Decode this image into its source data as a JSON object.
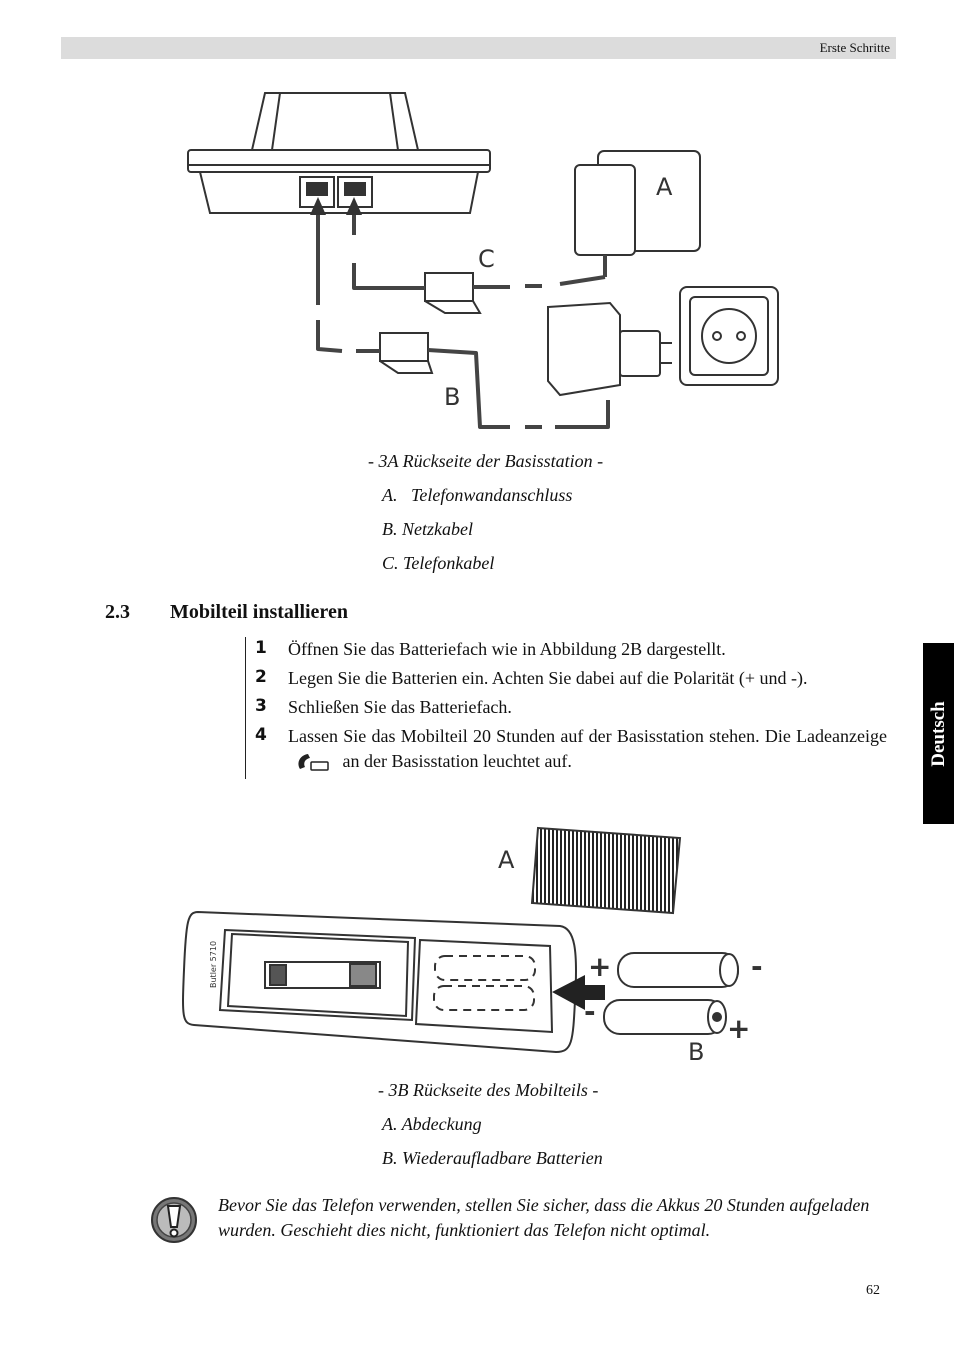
{
  "header": {
    "title": "Erste Schritte"
  },
  "figure_3a": {
    "labels": {
      "a": "A",
      "b": "B",
      "c": "C"
    },
    "caption": "- 3A Rückseite der Basisstation -",
    "items": [
      {
        "letter": "A.",
        "text": "Telefonwandanschluss"
      },
      {
        "letter": "B.",
        "text": "Netzkabel"
      },
      {
        "letter": "C.",
        "text": "Telefonkabel"
      }
    ]
  },
  "section": {
    "number": "2.3",
    "title": "Mobilteil installieren"
  },
  "steps": [
    {
      "num": "1",
      "text": "Öffnen Sie das Batteriefach wie in Abbildung 2B dargestellt."
    },
    {
      "num": "2",
      "text": "Legen Sie die Batterien ein. Achten Sie dabei auf die Polarität (+ und -)."
    },
    {
      "num": "3",
      "text": "Schließen Sie das Batteriefach."
    },
    {
      "num": "4",
      "text_before": "Lassen Sie das Mobilteil 20 Stunden auf der Basisstation stehen. Die Ladeanzeige",
      "text_after": "an der Basisstation leuchtet auf."
    }
  ],
  "side_tab": {
    "label": "Deutsch"
  },
  "figure_3b": {
    "labels": {
      "a": "A",
      "b": "B",
      "plus": "+",
      "minus": "-"
    },
    "handset_brand": "Butler 5710",
    "caption": "- 3B Rückseite des Mobilteils -",
    "items": [
      {
        "letter": "A.",
        "text": "Abdeckung"
      },
      {
        "letter": "B.",
        "text": "Wiederaufladbare Batterien"
      }
    ]
  },
  "note": {
    "icon": "exclamation-shield-icon",
    "text": "Bevor Sie das Telefon verwenden, stellen Sie sicher, dass die Akkus 20 Stunden aufgeladen wurden. Geschieht dies nicht, funktioniert das Telefon nicht optimal."
  },
  "footer": {
    "page_number": "62"
  }
}
